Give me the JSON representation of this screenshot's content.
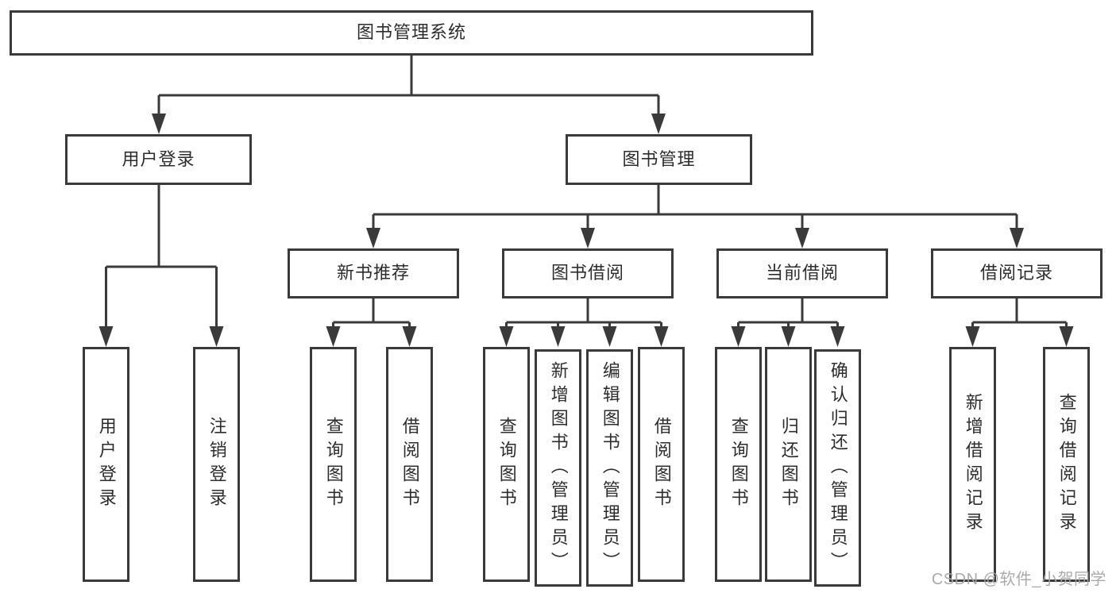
{
  "diagram": {
    "root": {
      "label": "图书管理系统"
    },
    "branches": [
      {
        "label": "用户登录",
        "children": [
          {
            "label": "用户登录"
          },
          {
            "label": "注销登录"
          }
        ]
      },
      {
        "label": "图书管理",
        "children": [
          {
            "label": "新书推荐",
            "children": [
              {
                "label": "查询图书"
              },
              {
                "label": "借阅图书"
              }
            ]
          },
          {
            "label": "图书借阅",
            "children": [
              {
                "label": "查询图书"
              },
              {
                "label": "新增图书（管理员）"
              },
              {
                "label": "编辑图书（管理员）"
              },
              {
                "label": "借阅图书"
              }
            ]
          },
          {
            "label": "当前借阅",
            "children": [
              {
                "label": "查询图书"
              },
              {
                "label": "归还图书"
              },
              {
                "label": "确认归还（管理员）"
              }
            ]
          },
          {
            "label": "借阅记录",
            "children": [
              {
                "label": "新增借阅记录"
              },
              {
                "label": "查询借阅记录"
              }
            ]
          }
        ]
      }
    ]
  },
  "watermark": {
    "text": "CSDN @软件_小贺同学"
  },
  "colors": {
    "line": "#3a3a3a",
    "node_text": "#2d2d2d",
    "node_fill": "#ffffff",
    "watermark_text": "#a5a5a5"
  }
}
